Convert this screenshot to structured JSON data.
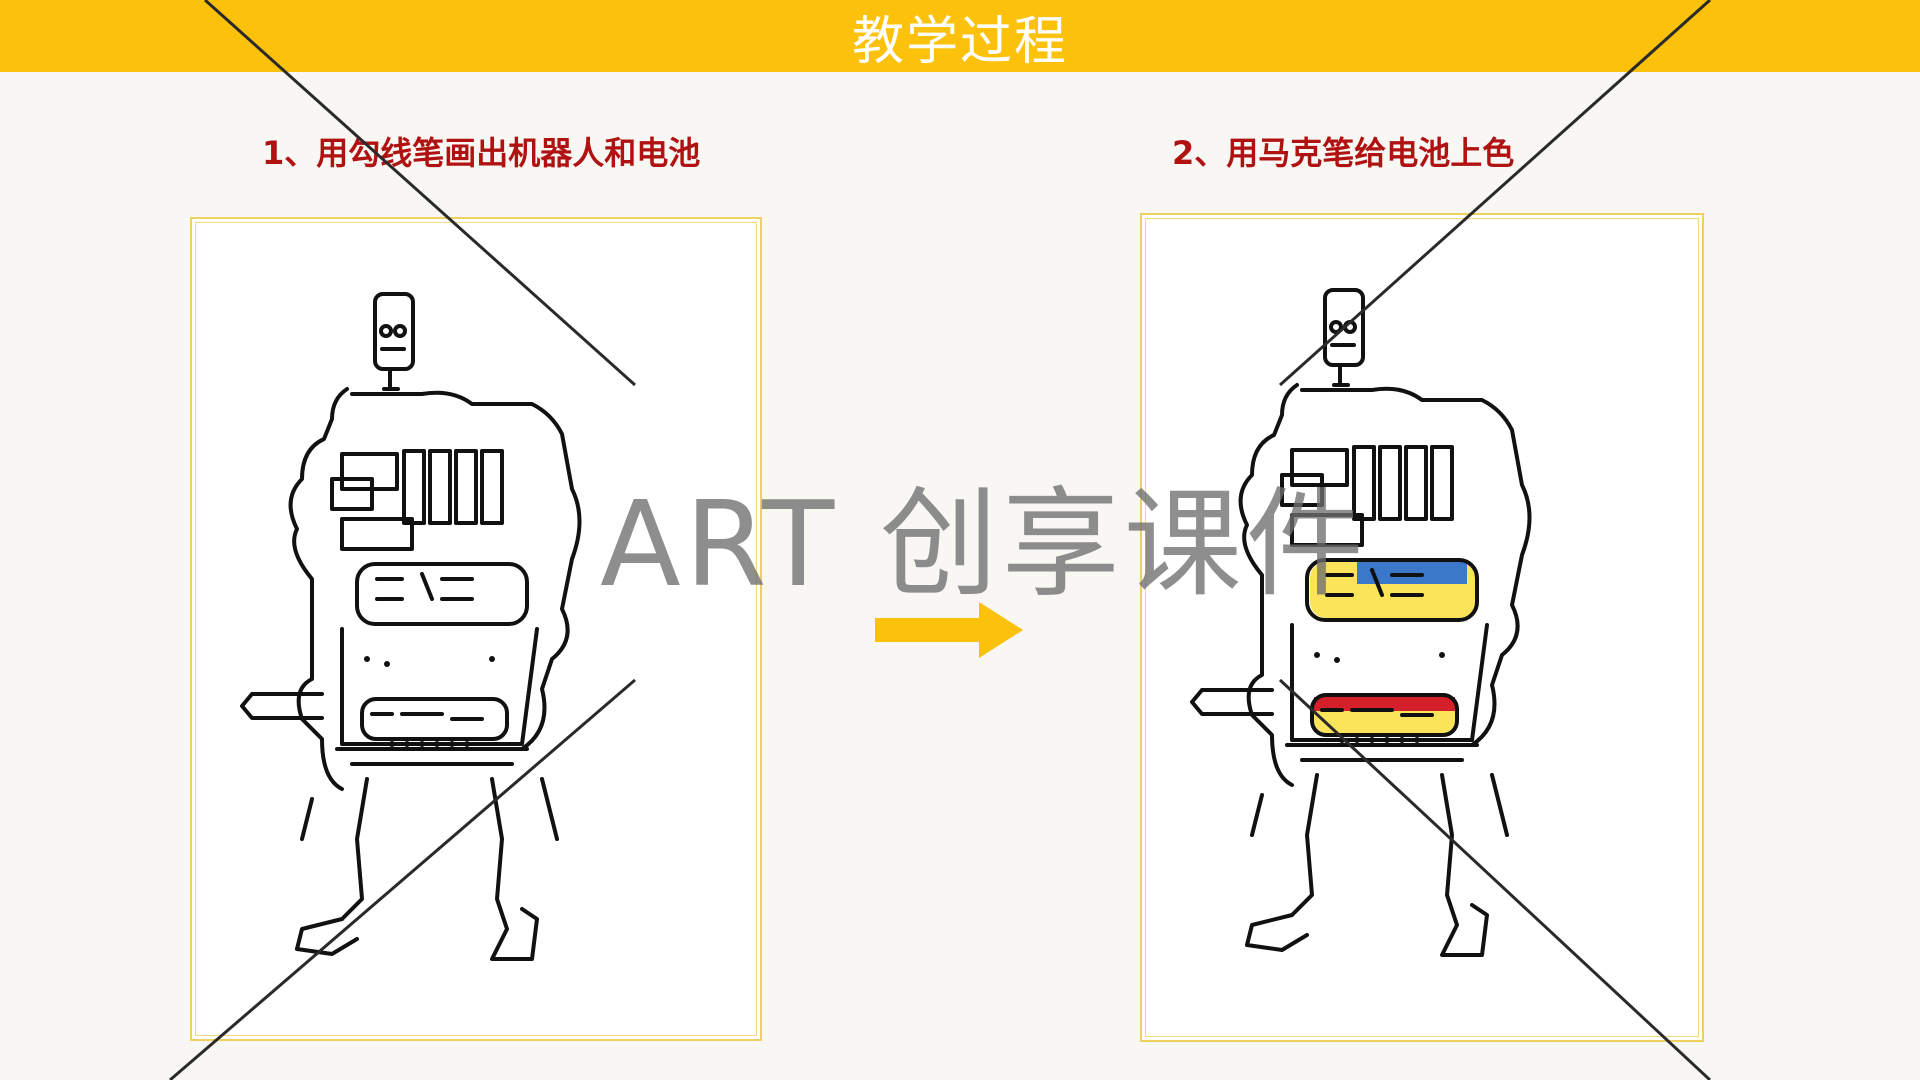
{
  "header": {
    "title": "教学过程",
    "color": "#fcc10b"
  },
  "steps": [
    {
      "title": "1、用勾线笔画出机器人和电池",
      "image": "robot-line-drawing"
    },
    {
      "title": "2、用马克笔给电池上色",
      "image": "robot-colored-batteries"
    }
  ],
  "watermark": {
    "text": "ART 创享课件"
  },
  "colors": {
    "step_title": "#b01212",
    "arrow": "#fcc10b",
    "frame": "#ecd060"
  }
}
